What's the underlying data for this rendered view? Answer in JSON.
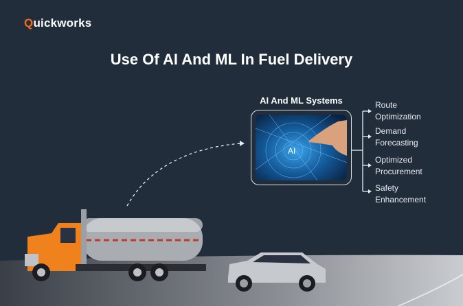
{
  "brand": {
    "logo_initial": "Q",
    "logo_rest": "uickworks",
    "accent": "#f26a1b"
  },
  "title": "Use Of AI And ML In Fuel Delivery",
  "system": {
    "title": "AI And ML Systems",
    "image_label": "AI"
  },
  "outputs": [
    {
      "line1": "Route",
      "line2": "Optimization"
    },
    {
      "line1": "Demand",
      "line2": "Forecasting"
    },
    {
      "line1": "Optimized",
      "line2": "Procurement"
    },
    {
      "line1": "Safety",
      "line2": "Enhancement"
    }
  ]
}
